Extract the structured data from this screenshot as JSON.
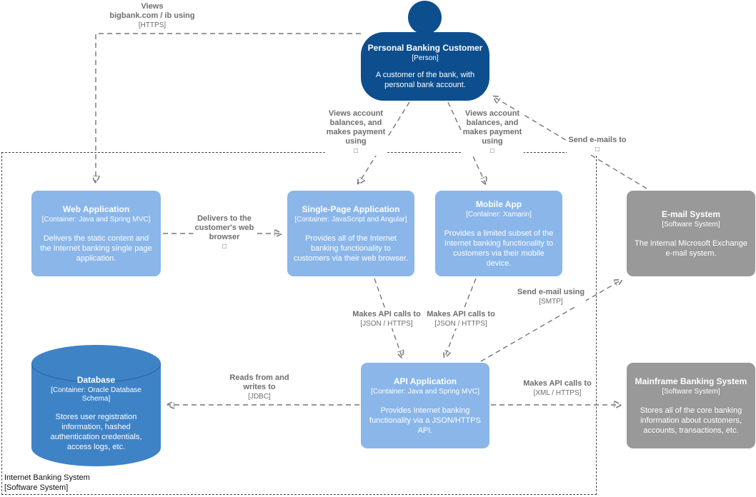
{
  "diagram": {
    "colors": {
      "person": "#0d4e8e",
      "container": "#8ab6ea",
      "database": "#3f83c7",
      "database_rim": "#2e69a5",
      "external": "#999999",
      "arrow": "#767676",
      "label": "#6e6e6e",
      "boundary": "#444444"
    },
    "person": {
      "title": "Personal Banking Customer",
      "meta": "[Person]",
      "description": "A customer of the bank, with personal bank account."
    },
    "nodes": {
      "web_app": {
        "title": "Web Application",
        "meta": "[Container: Java and Spring MVC]",
        "description": "Delivers the static content and the Internet banking single page application."
      },
      "spa": {
        "title": "Single-Page Application",
        "meta": "[Container: JavaScript and Angular]",
        "description": "Provides all of the Internet banking functionality to customers via their web browser."
      },
      "mobile": {
        "title": "Mobile App",
        "meta": "[Container: Xamarin]",
        "description": "Provides a limited subset of the Internet banking functionality to customers via their mobile device."
      },
      "api": {
        "title": "API Application",
        "meta": "[Container: Java and Spring MVC]",
        "description": "Provides Internet banking functionality via a JSON/HTTPS API."
      },
      "database": {
        "title": "Database",
        "meta": "[Container: Oracle Database Schema]",
        "description": "Stores user registration information, hashed authentication credentials, access logs, etc."
      },
      "email": {
        "title": "E-mail System",
        "meta": "[Software System]",
        "description": "The internal Microsoft Exchange e-mail system."
      },
      "mainframe": {
        "title": "Mainframe Banking System",
        "meta": "[Software System]",
        "description": "Stores all of the core banking information about customers, accounts, transactions, etc."
      }
    },
    "boundary": {
      "name": "Internet Banking System",
      "meta": "[Software System]"
    },
    "relationships": {
      "views_web": {
        "label": "Views\nbigbank.com / ib using",
        "tech": "[HTTPS]"
      },
      "views_spa": {
        "label": "Views account\nbalances, and\nmakes payment\nusing",
        "tech": "□"
      },
      "views_mobile": {
        "label": "Views account\nbalances, and\nmakes payment\nusing",
        "tech": "□"
      },
      "send_emails": {
        "label": "Send e-mails to",
        "tech": "□"
      },
      "delivers": {
        "label": "Delivers to the\ncustomer's web\nbrowser",
        "tech": "□"
      },
      "spa_api": {
        "label": "Makes API calls to",
        "tech": "[JSON / HTTPS]"
      },
      "mobile_api": {
        "label": "Makes API calls to",
        "tech": "[JSON / HTTPS]"
      },
      "send_email_smtp": {
        "label": "Send e-mail using",
        "tech": "[SMTP]"
      },
      "reads_writes": {
        "label": "Reads from and\nwrites to",
        "tech": "[JDBC]"
      },
      "api_mainframe": {
        "label": "Makes API calls to",
        "tech": "[XML / HTTPS]"
      }
    }
  }
}
